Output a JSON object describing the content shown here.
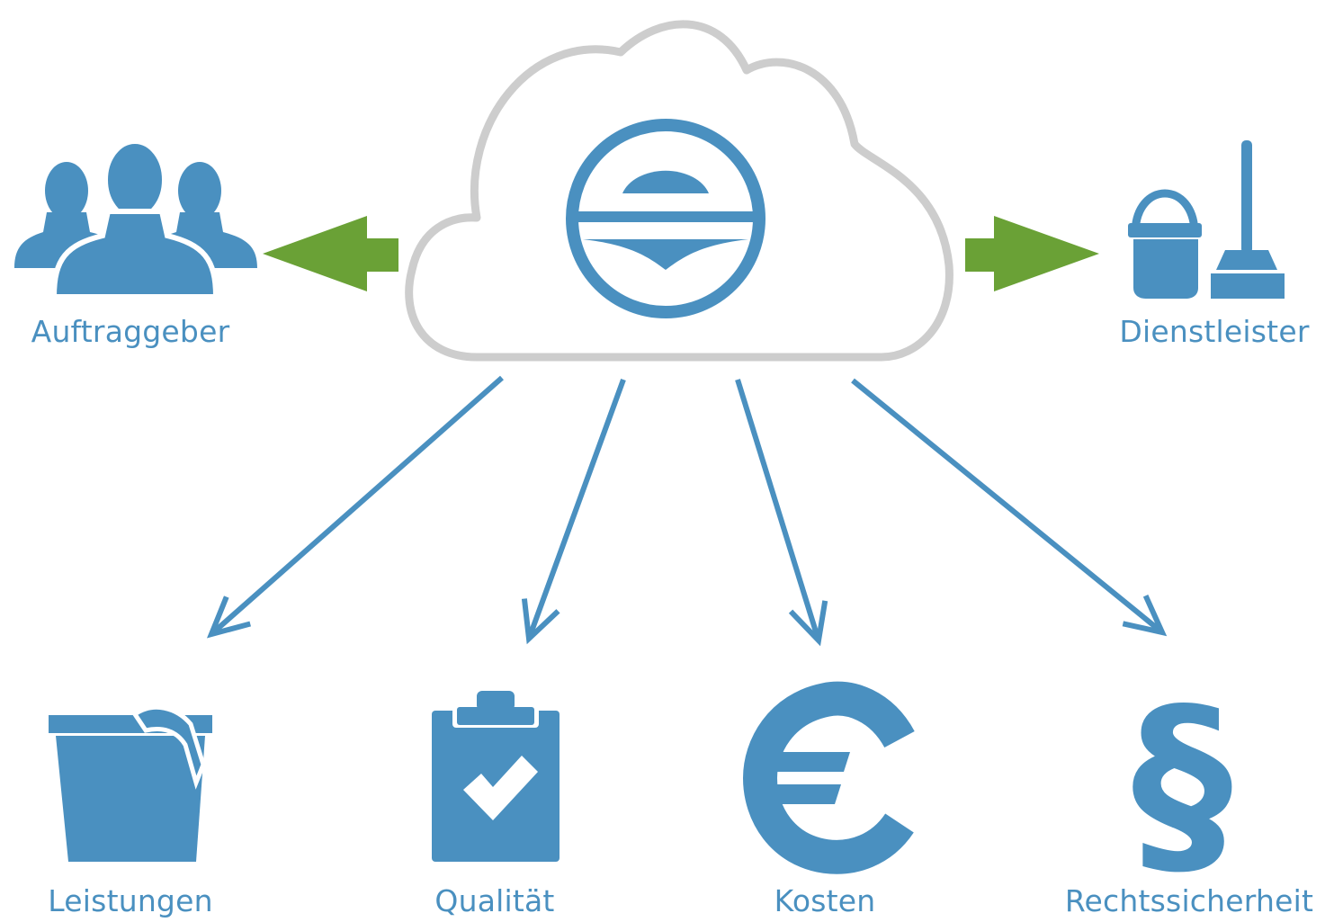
{
  "colors": {
    "primary_blue": "#4a90c0",
    "cloud_outline": "#cdcdcd",
    "green_arrow": "#6aa136",
    "background": "#ffffff"
  },
  "center": {
    "shape": "cloud",
    "logo_icon": "e-circle-logo-icon"
  },
  "left_node": {
    "label": "Auftraggeber",
    "icon": "people-group-icon"
  },
  "right_node": {
    "label": "Dienstleister",
    "icon": "bucket-broom-icon"
  },
  "bottom_nodes": [
    {
      "label": "Leistungen",
      "icon": "bucket-cloth-icon"
    },
    {
      "label": "Qualität",
      "icon": "clipboard-check-icon"
    },
    {
      "label": "Kosten",
      "icon": "euro-icon"
    },
    {
      "label": "Rechtssicherheit",
      "icon": "paragraph-icon"
    }
  ]
}
